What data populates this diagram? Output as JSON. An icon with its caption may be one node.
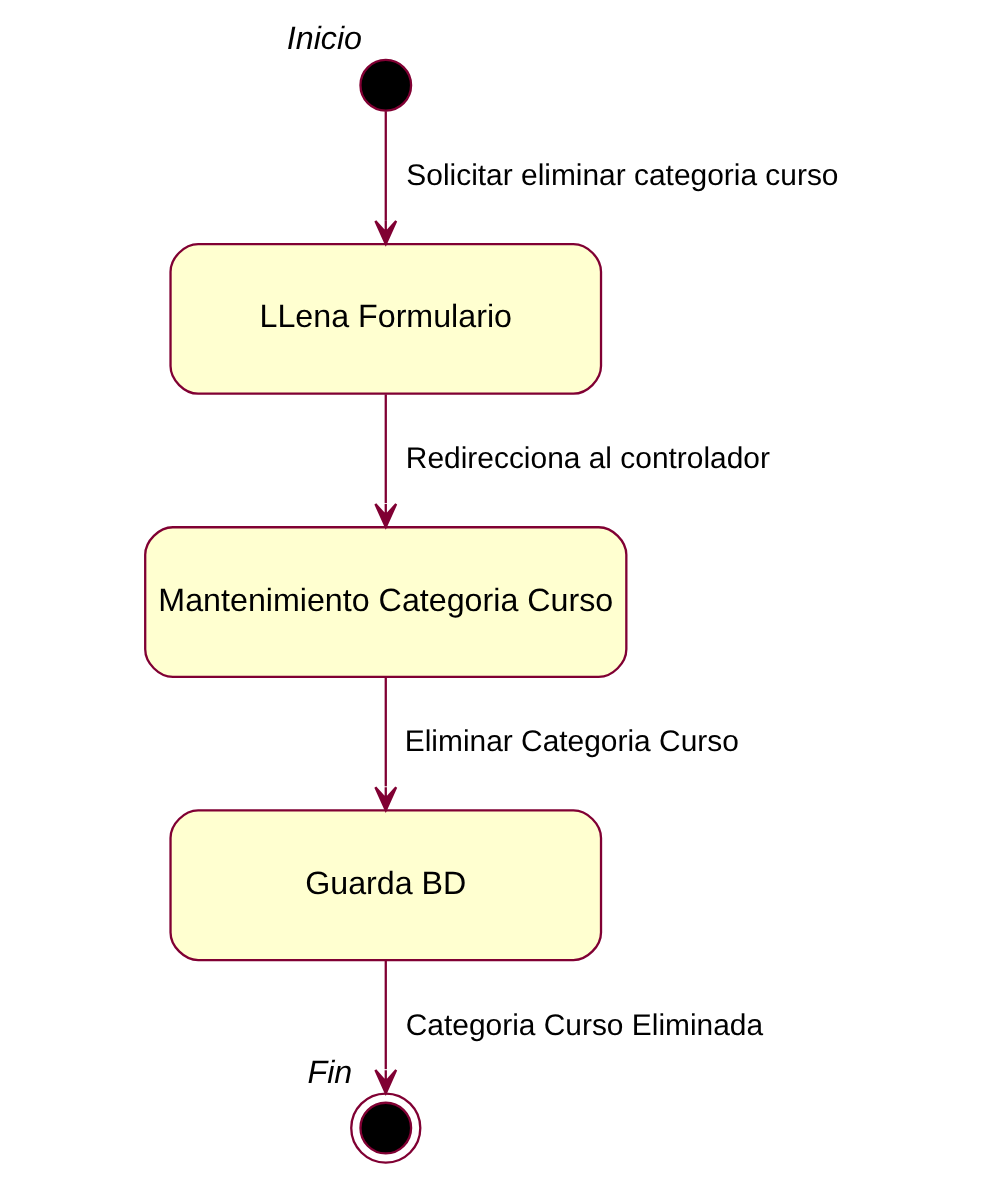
{
  "diagram": {
    "nodes": [
      {
        "text": [],
        "shape": "circle",
        "beside": [
          "Inicio"
        ]
      },
      {
        "text": [
          "LLena Formulario"
        ]
      },
      {
        "text": [
          "Mantenimiento Categoria Curso"
        ]
      },
      {
        "text": [
          "Guarda BD"
        ]
      },
      {
        "text": [],
        "shape": "circle",
        "beside": [
          "Fin"
        ]
      }
    ],
    "edges": [
      {
        "from": 0,
        "to": 1,
        "arrow": "to",
        "label": "Solicitar eliminar categoria curso"
      },
      {
        "from": 1,
        "to": 2,
        "arrow": "to",
        "label": "Redirecciona al controlador"
      },
      {
        "from": 2,
        "to": 3,
        "arrow": "to",
        "label": "Eliminar Categoria Curso"
      },
      {
        "from": 3,
        "to": 4,
        "arrow": "to",
        "label": "Categoria Curso Eliminada"
      }
    ]
  }
}
